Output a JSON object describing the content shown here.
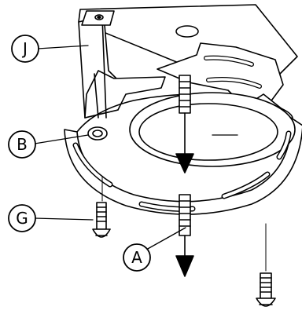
{
  "diagram": {
    "callouts": [
      {
        "id": "J",
        "label": "J"
      },
      {
        "id": "B",
        "label": "B"
      },
      {
        "id": "G",
        "label": "G"
      },
      {
        "id": "A",
        "label": "A"
      }
    ],
    "colors": {
      "stroke": "#000000",
      "fill": "#ffffff"
    }
  }
}
